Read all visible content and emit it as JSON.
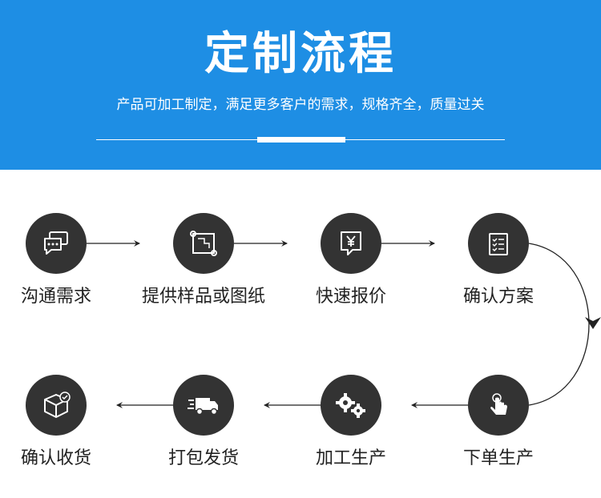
{
  "header": {
    "title": "定制流程",
    "subtitle": "产品可加工制定，满足更多客户的需求，规格齐全，质量过关"
  },
  "steps_row1": [
    {
      "label": "沟通需求",
      "icon": "chat-icon"
    },
    {
      "label": "提供样品或图纸",
      "icon": "blueprint-icon"
    },
    {
      "label": "快速报价",
      "icon": "yuan-quote-icon"
    },
    {
      "label": "确认方案",
      "icon": "document-check-icon"
    }
  ],
  "steps_row2": [
    {
      "label": "下单生产",
      "icon": "hand-tap-icon"
    },
    {
      "label": "加工生产",
      "icon": "gears-icon"
    },
    {
      "label": "打包发货",
      "icon": "delivery-truck-icon"
    },
    {
      "label": "确认收货",
      "icon": "box-check-icon"
    }
  ],
  "colors": {
    "banner": "#1e8ee4",
    "circle": "#333333",
    "arrow": "#222222"
  }
}
